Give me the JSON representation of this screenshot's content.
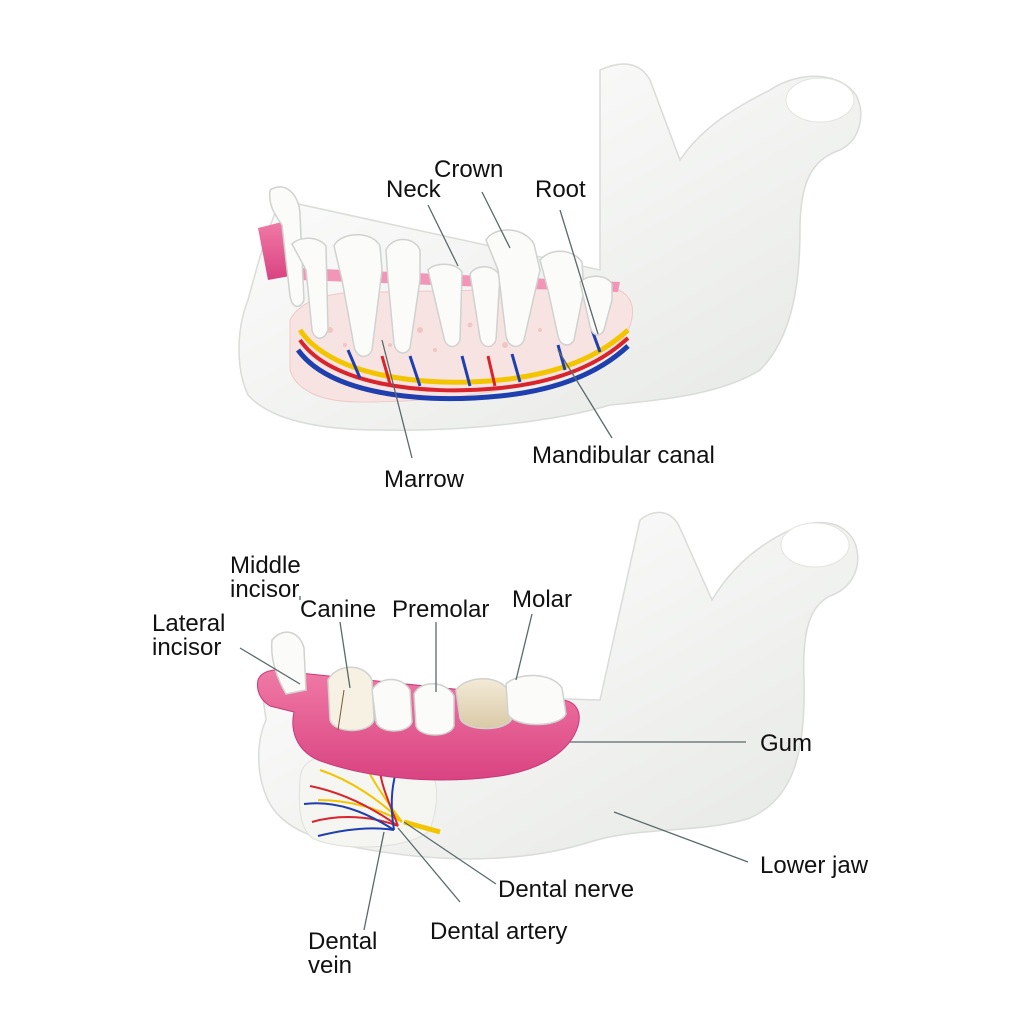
{
  "top_diagram": {
    "labels": {
      "crown": "Crown",
      "neck": "Neck",
      "root": "Root",
      "marrow": "Marrow",
      "mandibular_canal": "Mandibular canal"
    }
  },
  "bottom_diagram": {
    "labels": {
      "middle_incisor": "Middle incisor",
      "lateral_incisor": "Lateral incisor",
      "canine": "Canine",
      "premolar": "Premolar",
      "molar": "Molar",
      "gum": "Gum",
      "lower_jaw": "Lower jaw",
      "dental_nerve": "Dental nerve",
      "dental_artery": "Dental artery",
      "dental_vein": "Dental vein"
    }
  },
  "colors": {
    "bone": "#f4f5f3",
    "gum": "#e8578f",
    "enamel": "#fbfbfa",
    "artery": "#d8242c",
    "vein": "#1f3fae",
    "nerve": "#f2c500"
  }
}
